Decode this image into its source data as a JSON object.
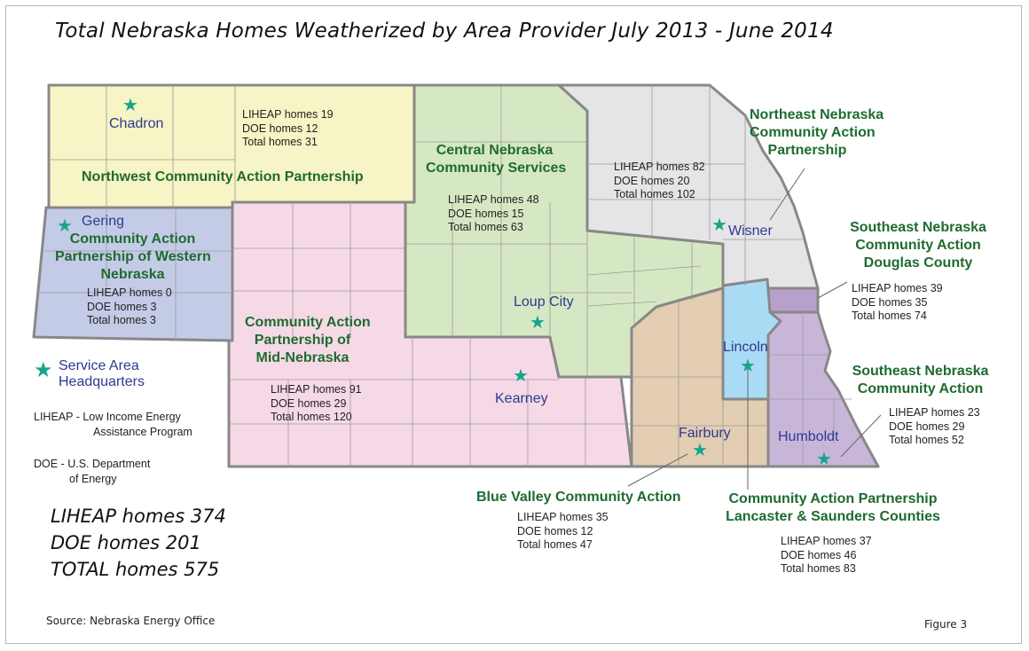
{
  "title": "Total Nebraska Homes Weatherized by Area Provider July 2013 - June 2014",
  "legend": {
    "star_icon": "star-icon",
    "headquarters_label": [
      "Service Area",
      "Headquarters"
    ],
    "liheap_def": [
      "LIHEAP - Low Income Energy",
      "Assistance Program"
    ],
    "doe_def": [
      "DOE - U.S. Department",
      "of Energy"
    ]
  },
  "totals": {
    "liheap": "LIHEAP homes 374",
    "doe": "DOE homes 201",
    "total": "TOTAL homes 575"
  },
  "source": "Source: Nebraska Energy Office",
  "figure": "Figure 3",
  "colors": {
    "northwest": "#f7f4c5",
    "western": "#c4cbe7",
    "mid": "#f6d9e6",
    "central": "#d6e8c3",
    "northeast": "#e5e5e7",
    "blue_valley": "#e3cdb3",
    "lancaster": "#a9dcf4",
    "southeast": "#c8b6d9",
    "douglas": "#b7a1cc",
    "border": "#888888",
    "provider_text": "#1e6b2f",
    "city_text": "#2c3a8f",
    "star": "#17a589"
  },
  "providers": [
    {
      "id": "northwest",
      "name": [
        "Northwest Community Action Partnership"
      ],
      "stats": [
        "LIHEAP homes  19",
        "DOE homes  12",
        "Total homes 31"
      ],
      "city": "Chadron"
    },
    {
      "id": "western",
      "name": [
        "Community Action",
        "Partnership of Western",
        "Nebraska"
      ],
      "stats": [
        "LIHEAP homes  0",
        "DOE homes  3",
        "Total homes 3"
      ],
      "city": "Gering"
    },
    {
      "id": "central",
      "name": [
        "Central Nebraska",
        "Community Services"
      ],
      "stats": [
        "LIHEAP homes  48",
        "DOE homes  15",
        "Total homes 63"
      ],
      "city": "Loup City"
    },
    {
      "id": "northeast",
      "name": [
        "Northeast Nebraska",
        "Community Action",
        "Partnership"
      ],
      "stats": [
        "LIHEAP homes  82",
        "DOE homes  20",
        "Total homes 102"
      ],
      "city": "Wisner"
    },
    {
      "id": "mid",
      "name": [
        "Community Action",
        "Partnership of",
        "Mid-Nebraska"
      ],
      "stats": [
        "LIHEAP homes  91",
        "DOE homes  29",
        "Total homes 120"
      ],
      "city": "Kearney"
    },
    {
      "id": "douglas",
      "name": [
        "Southeast Nebraska",
        "Community Action",
        "Douglas County"
      ],
      "stats": [
        "LIHEAP homes  39",
        "DOE homes  35",
        "Total homes 74"
      ]
    },
    {
      "id": "southeast",
      "name": [
        "Southeast Nebraska",
        "Community Action"
      ],
      "stats": [
        "LIHEAP homes  23",
        "DOE homes  29",
        "Total homes 52"
      ],
      "city": "Humboldt"
    },
    {
      "id": "blue_valley",
      "name": [
        "Blue Valley Community Action"
      ],
      "stats": [
        "LIHEAP homes  35",
        "DOE homes  12",
        "Total homes 47"
      ],
      "city": "Fairbury"
    },
    {
      "id": "lancaster",
      "name": [
        "Community Action Partnership",
        "Lancaster & Saunders Counties"
      ],
      "stats": [
        "LIHEAP homes  37",
        "DOE homes  46",
        "Total homes 83"
      ],
      "city": "Lincoln"
    }
  ]
}
